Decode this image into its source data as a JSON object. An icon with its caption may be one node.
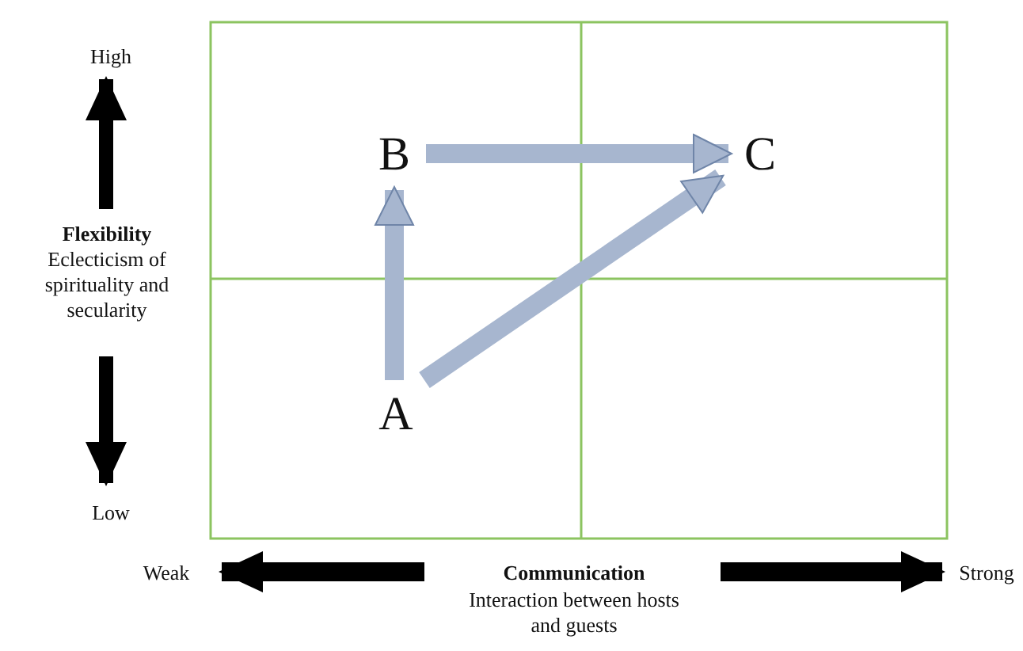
{
  "diagram": {
    "nodes": [
      {
        "text": [
          "A"
        ]
      },
      {
        "text": [
          "B"
        ]
      },
      {
        "text": [
          "C"
        ]
      }
    ],
    "edges": [
      {
        "from": 0,
        "to": 1,
        "arrow": "to"
      },
      {
        "from": 1,
        "to": 2,
        "arrow": "to"
      },
      {
        "from": 0,
        "to": 2,
        "arrow": "to"
      }
    ],
    "labels": [
      "High",
      "Flexibility",
      "Eclecticism of spirituality and secularity",
      "Low",
      "Weak",
      "Communication",
      "Interaction between hosts and guests",
      "Strong"
    ]
  }
}
